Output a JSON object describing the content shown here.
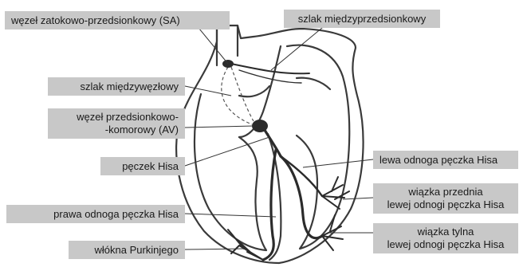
{
  "labels": {
    "sa_node": "węzeł zatokowo-przedsionkowy (SA)",
    "interatrial": "szlak międzyprzedsionkowy",
    "internodal": "szlak międzywęzłowy",
    "av_node_1": "węzeł przedsionkowo-",
    "av_node_2": "-komorowy (AV)",
    "his_bundle": "pęczek Hisa",
    "left_branch": "lewa odnoga pęczka Hisa",
    "anterior_1": "wiązka przednia",
    "anterior_2": "lewej odnogi pęczka Hisa",
    "right_branch": "prawa odnoga pęczka Hisa",
    "posterior_1": "wiązka tylna",
    "posterior_2": "lewej odnogi pęczka Hisa",
    "purkinje": "włókna Purkinjego"
  },
  "colors": {
    "label_background": "#c8c8c8",
    "outline": "#3a3a3a",
    "conduction": "#2b2b2b"
  }
}
